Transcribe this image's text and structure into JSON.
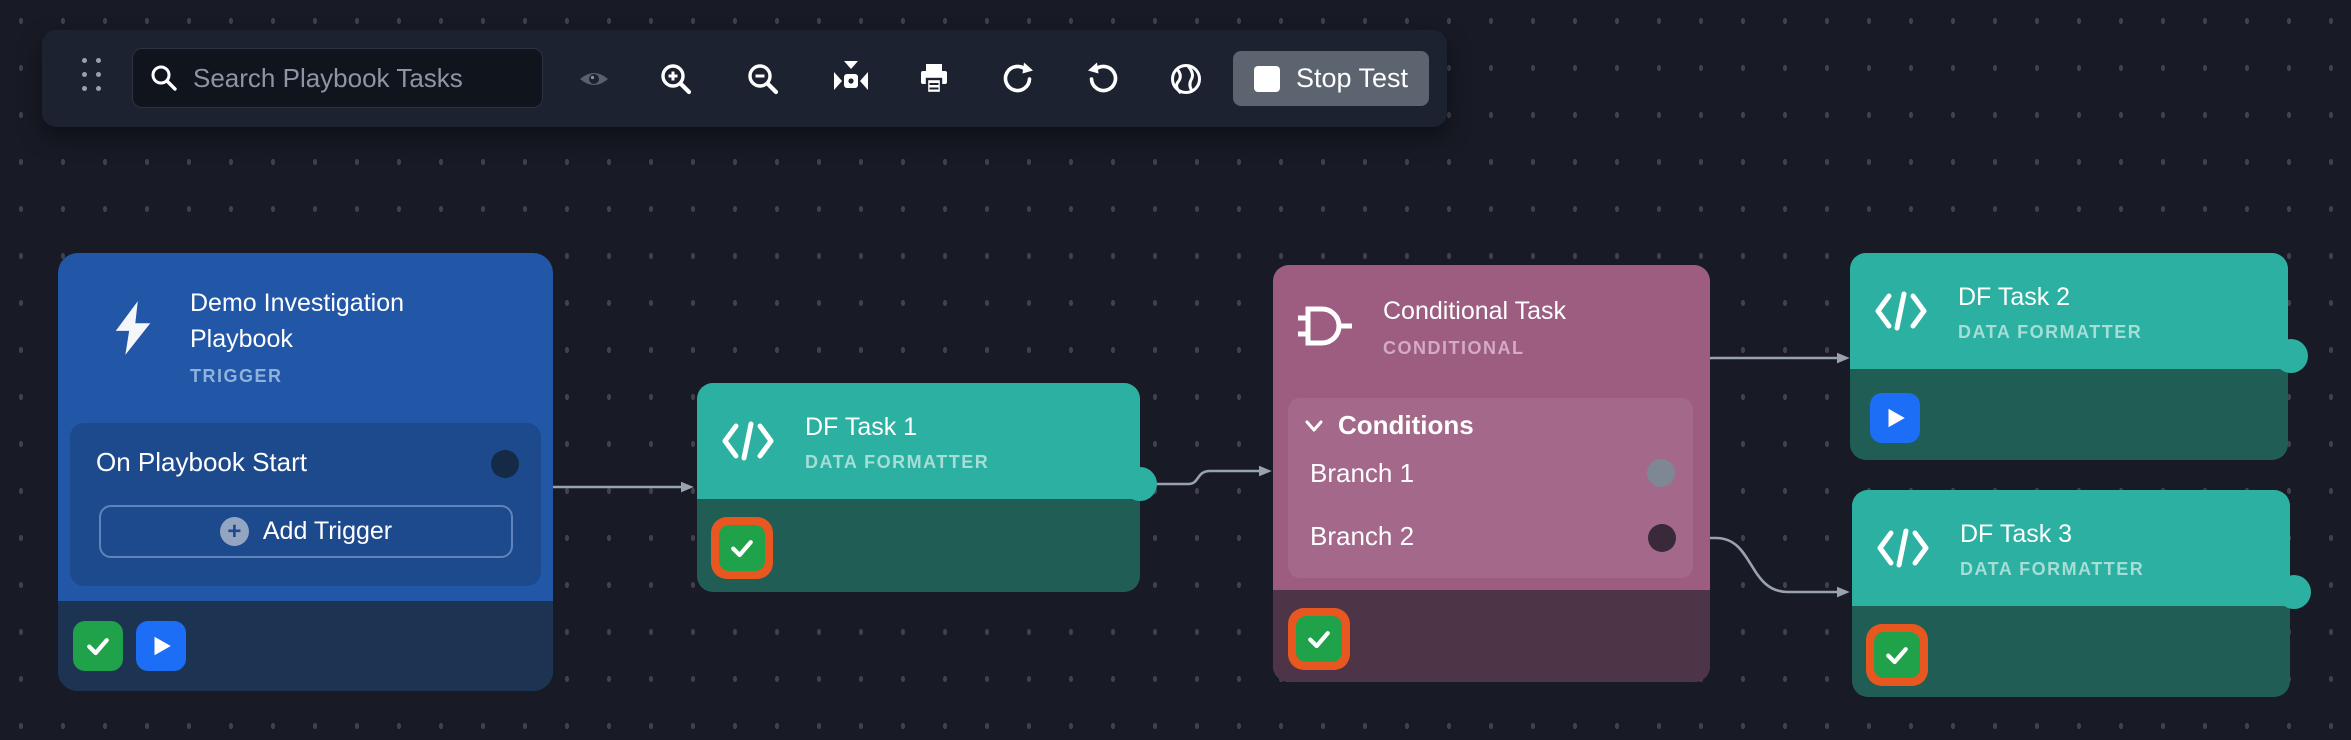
{
  "toolbar": {
    "search": {
      "placeholder": "Search Playbook Tasks",
      "value": ""
    },
    "stop_button": {
      "label": "Stop Test"
    },
    "icons": [
      "drag-handle",
      "search-icon",
      "visibility-icon",
      "zoom-in-icon",
      "zoom-out-icon",
      "fit-view-icon",
      "print-icon",
      "redo-icon",
      "undo-icon",
      "globe-icon",
      "stop-icon"
    ]
  },
  "nodes": {
    "trigger": {
      "title": "Demo Investigation Playbook",
      "type_label": "TRIGGER",
      "event_label": "On Playbook Start",
      "add_trigger_label": "Add Trigger",
      "status_icons": [
        "success-check",
        "run-play"
      ]
    },
    "df_task_1": {
      "title": "DF Task 1",
      "type_label": "DATA FORMATTER",
      "status": "success-selected"
    },
    "conditional": {
      "title": "Conditional Task",
      "type_label": "CONDITIONAL",
      "conditions_label": "Conditions",
      "branches": [
        {
          "label": "Branch 1"
        },
        {
          "label": "Branch 2"
        }
      ],
      "status": "success-selected"
    },
    "df_task_2": {
      "title": "DF Task 2",
      "type_label": "DATA FORMATTER",
      "status": "run"
    },
    "df_task_3": {
      "title": "DF Task 3",
      "type_label": "DATA FORMATTER",
      "status": "success-selected"
    }
  },
  "colors": {
    "canvas_bg": "#181B25",
    "panel_bg": "#1D2230",
    "input_bg": "#10141D",
    "trigger_node": "#2257A7",
    "trigger_panel": "#1D4A8C",
    "trigger_footer": "#1C3452",
    "trigger_subtitle": "#8FB2DD",
    "task_node": "#2BB0A1",
    "task_footer": "#1F5D55",
    "task_subtitle": "#A5DED7",
    "conditional_node": "#9D5D81",
    "conditional_panel": "#A4688A",
    "conditional_footer": "#4E3447",
    "conditional_subtitle": "#D4AAC6",
    "success_green": "#1FA24A",
    "selected_orange": "#E8571F",
    "run_blue": "#1B6EF5",
    "edge_gray": "#99A2AF",
    "stop_button_bg": "#5C6470",
    "placeholder_gray": "#8D95A5",
    "port_gray": "#7E8894",
    "port_dark_plum": "#3A2938",
    "port_dark_navy": "#152A47"
  }
}
